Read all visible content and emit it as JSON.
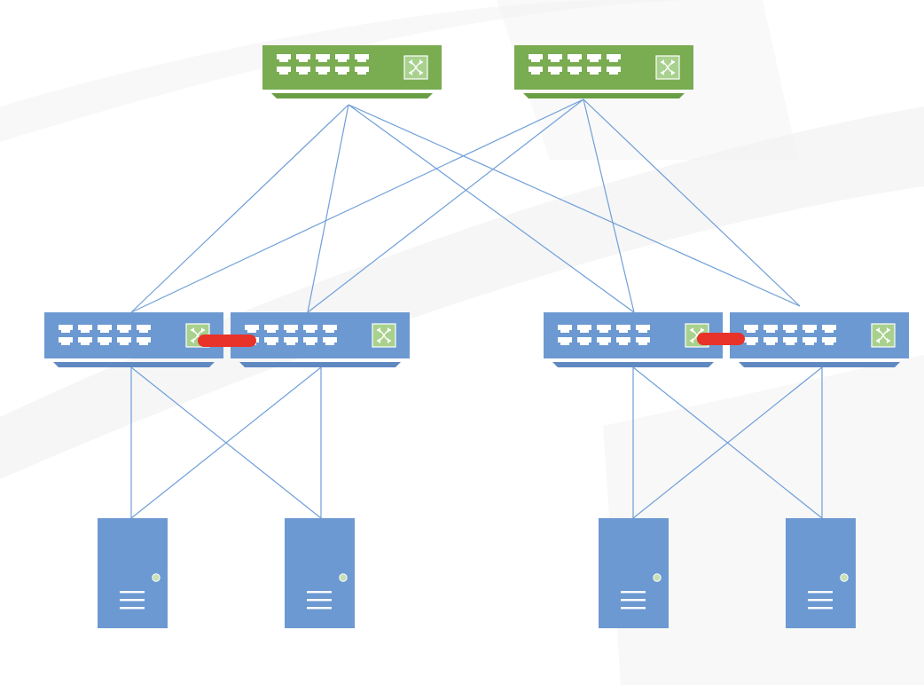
{
  "colors": {
    "background": "#ffffff",
    "background_band": "#f2f2f2",
    "spine_switch": "#7aac52",
    "leaf_switch": "#6c99d1",
    "switch_base_spine": "#6a9e44",
    "switch_base_leaf": "#5f89c0",
    "port": "#ffffff",
    "switch_icon_fill": "#a9d18e",
    "switch_icon_border": "#ffffff",
    "server": "#6c99d1",
    "server_detail": "#ffffff",
    "server_led": "#c6e0b4",
    "link": "#6f9fd8",
    "peer_link": "#e8332a"
  },
  "icons": {
    "switch_port": "ethernet-port-icon",
    "switch_function": "switch-crossed-arrows-icon",
    "server": "tower-server-icon"
  },
  "diagram": {
    "tiers": [
      "spine",
      "leaf",
      "server"
    ],
    "nodes": [
      {
        "id": "spine-1",
        "kind": "spine-switch"
      },
      {
        "id": "spine-2",
        "kind": "spine-switch"
      },
      {
        "id": "leaf-1",
        "kind": "leaf-switch"
      },
      {
        "id": "leaf-2",
        "kind": "leaf-switch"
      },
      {
        "id": "leaf-3",
        "kind": "leaf-switch"
      },
      {
        "id": "leaf-4",
        "kind": "leaf-switch"
      },
      {
        "id": "server-1",
        "kind": "server"
      },
      {
        "id": "server-2",
        "kind": "server"
      },
      {
        "id": "server-3",
        "kind": "server"
      },
      {
        "id": "server-4",
        "kind": "server"
      }
    ],
    "links": [
      {
        "from": "spine-1",
        "to": "leaf-1",
        "kind": "uplink"
      },
      {
        "from": "spine-1",
        "to": "leaf-2",
        "kind": "uplink"
      },
      {
        "from": "spine-1",
        "to": "leaf-3",
        "kind": "uplink"
      },
      {
        "from": "spine-1",
        "to": "leaf-4",
        "kind": "uplink"
      },
      {
        "from": "spine-2",
        "to": "leaf-1",
        "kind": "uplink"
      },
      {
        "from": "spine-2",
        "to": "leaf-2",
        "kind": "uplink"
      },
      {
        "from": "spine-2",
        "to": "leaf-3",
        "kind": "uplink"
      },
      {
        "from": "spine-2",
        "to": "leaf-4",
        "kind": "uplink"
      },
      {
        "from": "leaf-1",
        "to": "server-1",
        "kind": "downlink"
      },
      {
        "from": "leaf-1",
        "to": "server-2",
        "kind": "downlink"
      },
      {
        "from": "leaf-2",
        "to": "server-1",
        "kind": "downlink"
      },
      {
        "from": "leaf-2",
        "to": "server-2",
        "kind": "downlink"
      },
      {
        "from": "leaf-3",
        "to": "server-3",
        "kind": "downlink"
      },
      {
        "from": "leaf-3",
        "to": "server-4",
        "kind": "downlink"
      },
      {
        "from": "leaf-4",
        "to": "server-3",
        "kind": "downlink"
      },
      {
        "from": "leaf-4",
        "to": "server-4",
        "kind": "downlink"
      },
      {
        "from": "leaf-1",
        "to": "leaf-2",
        "kind": "peer-link"
      },
      {
        "from": "leaf-3",
        "to": "leaf-4",
        "kind": "peer-link"
      }
    ]
  }
}
